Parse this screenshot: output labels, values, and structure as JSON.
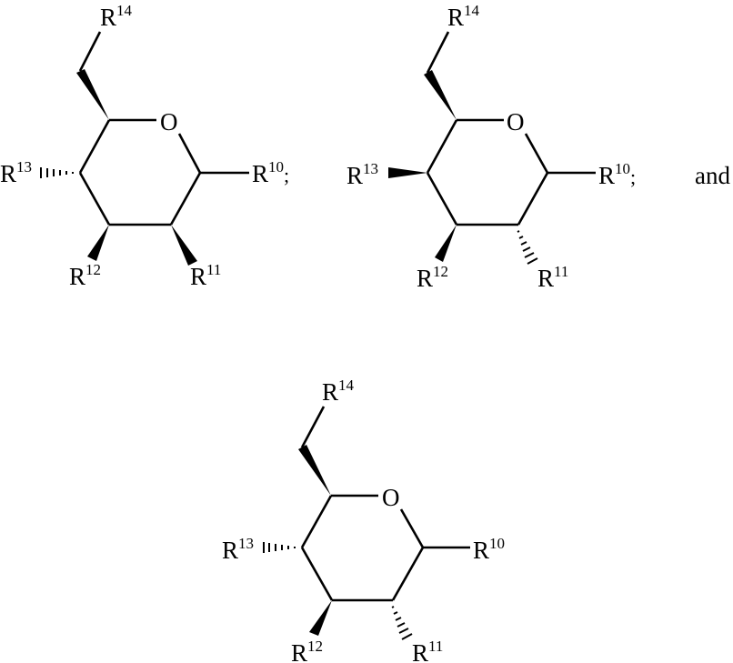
{
  "figure": {
    "structures": [
      {
        "id": "structure-1",
        "ring_oxygen": "O",
        "substituents": {
          "R10": {
            "base": "R",
            "sup": "10",
            "suffix": ";"
          },
          "R11": {
            "base": "R",
            "sup": "11",
            "bond": "wedge"
          },
          "R12": {
            "base": "R",
            "sup": "12",
            "bond": "wedge"
          },
          "R13": {
            "base": "R",
            "sup": "13",
            "bond": "hash"
          },
          "R14": {
            "base": "R",
            "sup": "14",
            "bond": "wedge-to-CH2"
          }
        }
      },
      {
        "id": "structure-2",
        "ring_oxygen": "O",
        "substituents": {
          "R10": {
            "base": "R",
            "sup": "10",
            "suffix": ";"
          },
          "R11": {
            "base": "R",
            "sup": "11",
            "bond": "hash"
          },
          "R12": {
            "base": "R",
            "sup": "12",
            "bond": "wedge"
          },
          "R13": {
            "base": "R",
            "sup": "13",
            "bond": "wedge"
          },
          "R14": {
            "base": "R",
            "sup": "14",
            "bond": "wedge-to-CH2"
          }
        }
      },
      {
        "id": "structure-3",
        "ring_oxygen": "O",
        "substituents": {
          "R10": {
            "base": "R",
            "sup": "10",
            "suffix": ""
          },
          "R11": {
            "base": "R",
            "sup": "11",
            "bond": "hash"
          },
          "R12": {
            "base": "R",
            "sup": "12",
            "bond": "wedge"
          },
          "R13": {
            "base": "R",
            "sup": "13",
            "bond": "hash"
          },
          "R14": {
            "base": "R",
            "sup": "14",
            "bond": "wedge-to-CH2"
          }
        }
      }
    ],
    "conjunction": "and"
  }
}
